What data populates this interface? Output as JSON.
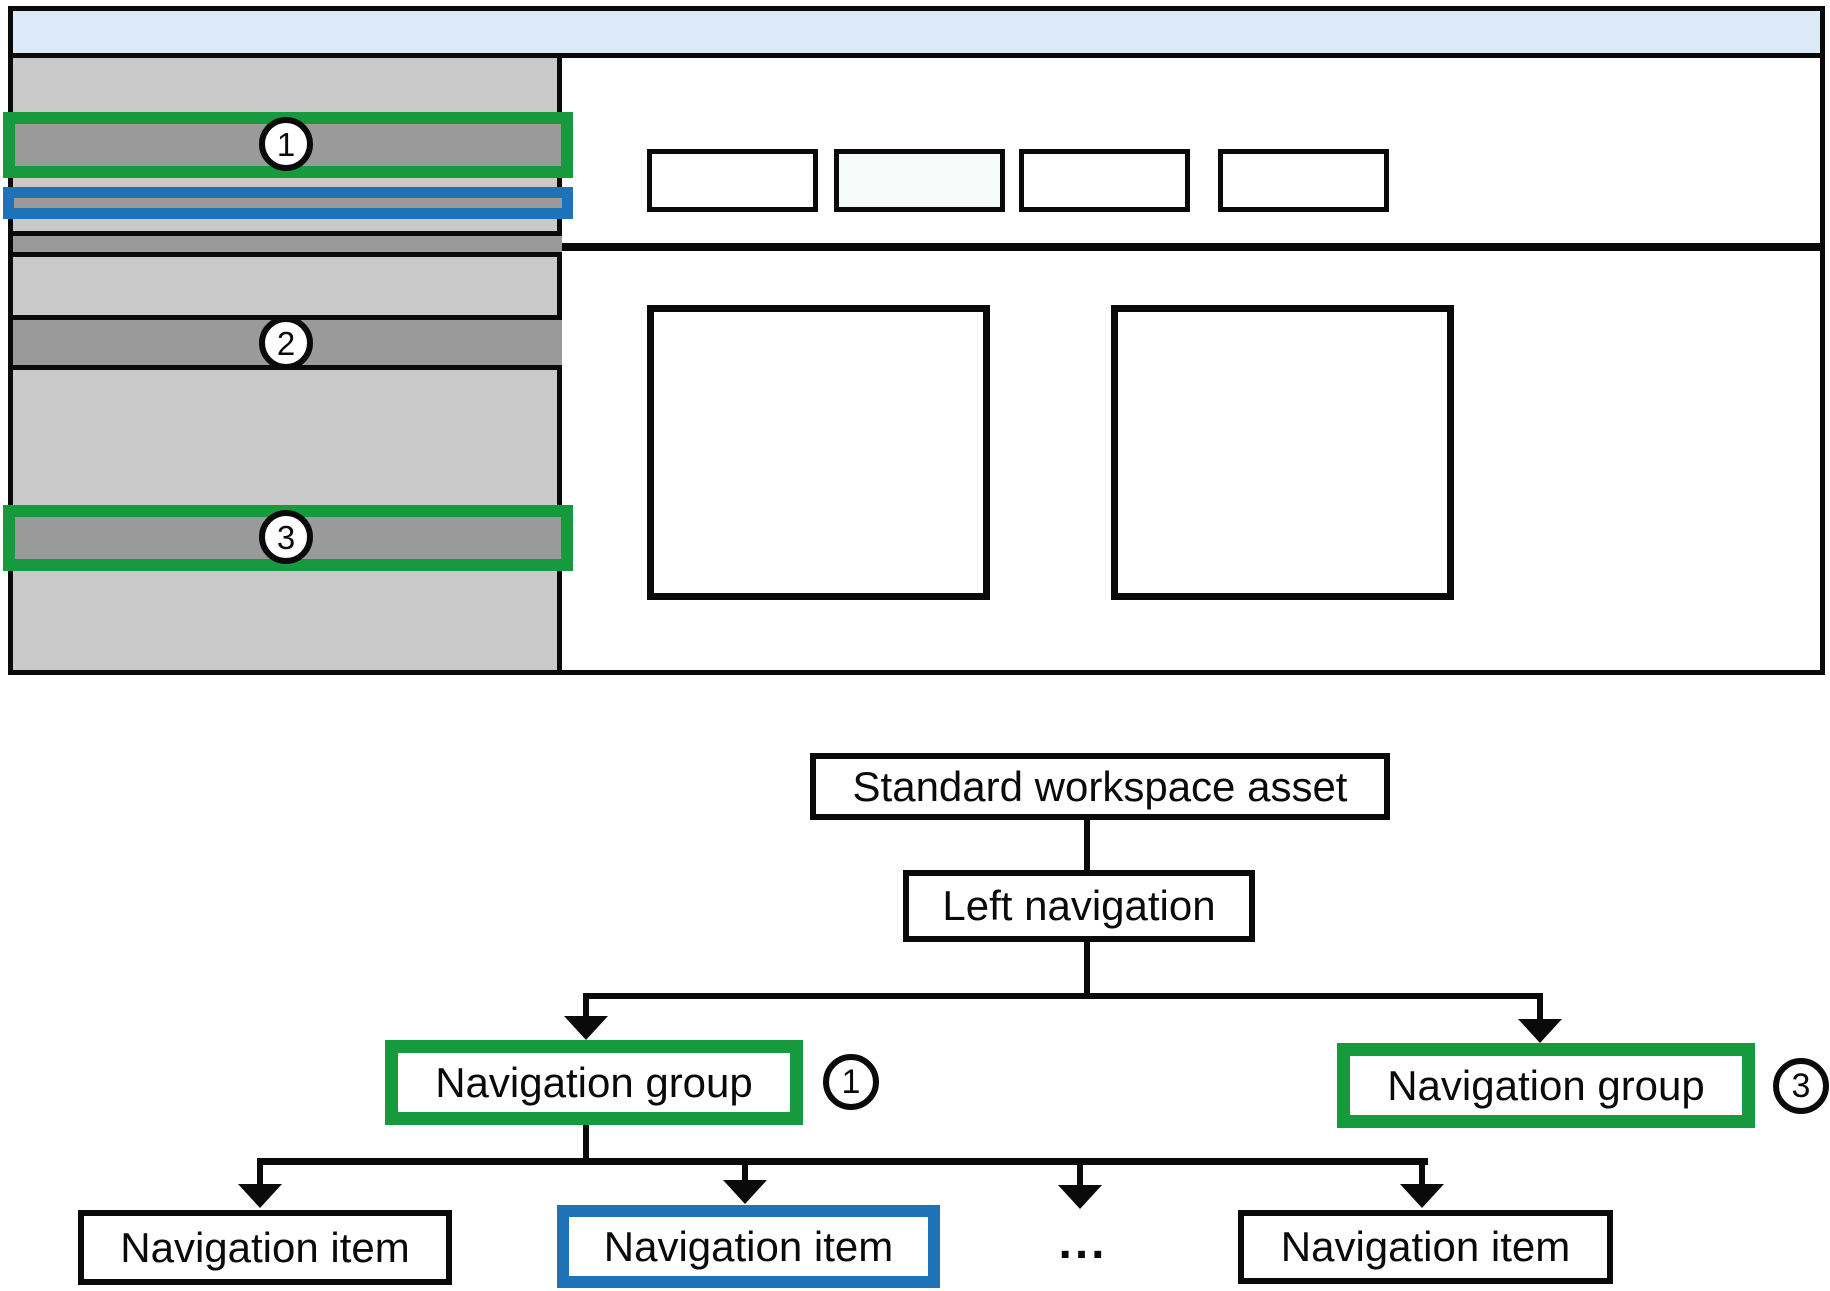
{
  "colors": {
    "annotation_green": "#17993E",
    "annotation_blue": "#1D72B8",
    "header_blue": "#DCE9F6",
    "sidebar_gray": "#C9C9C9",
    "bar_dark_gray": "#9A9A9A",
    "tab_highlight_tint": "#F6FBF9",
    "line_black": "#0A0A0A"
  },
  "wireframe": {
    "sidebar_badges": [
      {
        "number": "1"
      },
      {
        "number": "2"
      },
      {
        "number": "3"
      }
    ]
  },
  "tree": {
    "root_label": "Standard workspace asset",
    "nav_label": "Left navigation",
    "groups": [
      {
        "label": "Navigation group",
        "badge": "1"
      },
      {
        "label": "Navigation group",
        "badge": "3"
      }
    ],
    "items": [
      {
        "label": "Navigation item"
      },
      {
        "label": "Navigation item"
      },
      {
        "label": "..."
      },
      {
        "label": "Navigation item"
      }
    ]
  }
}
